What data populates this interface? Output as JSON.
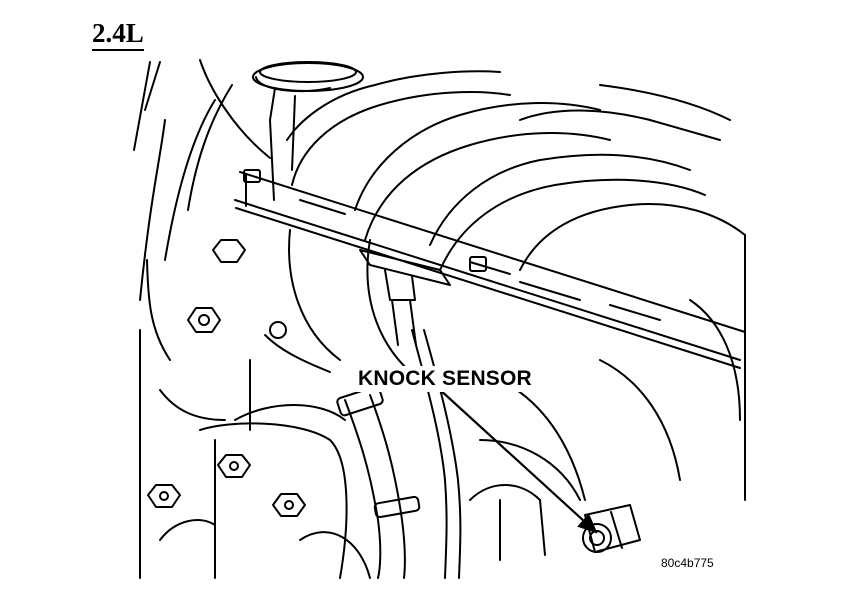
{
  "diagram": {
    "heading": "2.4L",
    "callout": {
      "label": "KNOCK SENSOR",
      "target": "knock-sensor"
    },
    "figure_code": "80c4b775"
  }
}
